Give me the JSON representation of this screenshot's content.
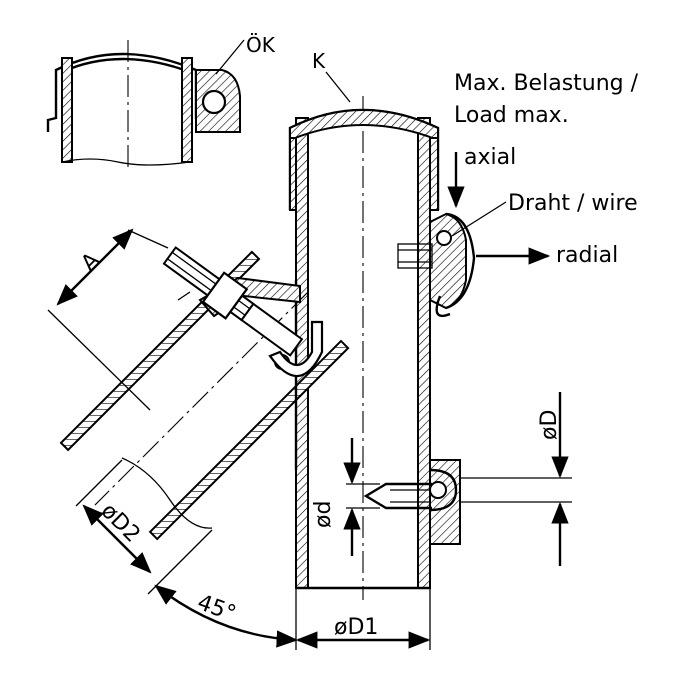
{
  "labels": {
    "eyelet_cap": "ÖK",
    "cap": "K",
    "load_de": "Max. Belastung /",
    "load_en": "Load max.",
    "axial": "axial",
    "wire": "Draht / wire",
    "radial": "radial",
    "dim_a": "A",
    "dim_d": "ød",
    "dim_D": "øD",
    "dim_D1": "øD1",
    "dim_D2": "øD2",
    "angle": "45°"
  }
}
